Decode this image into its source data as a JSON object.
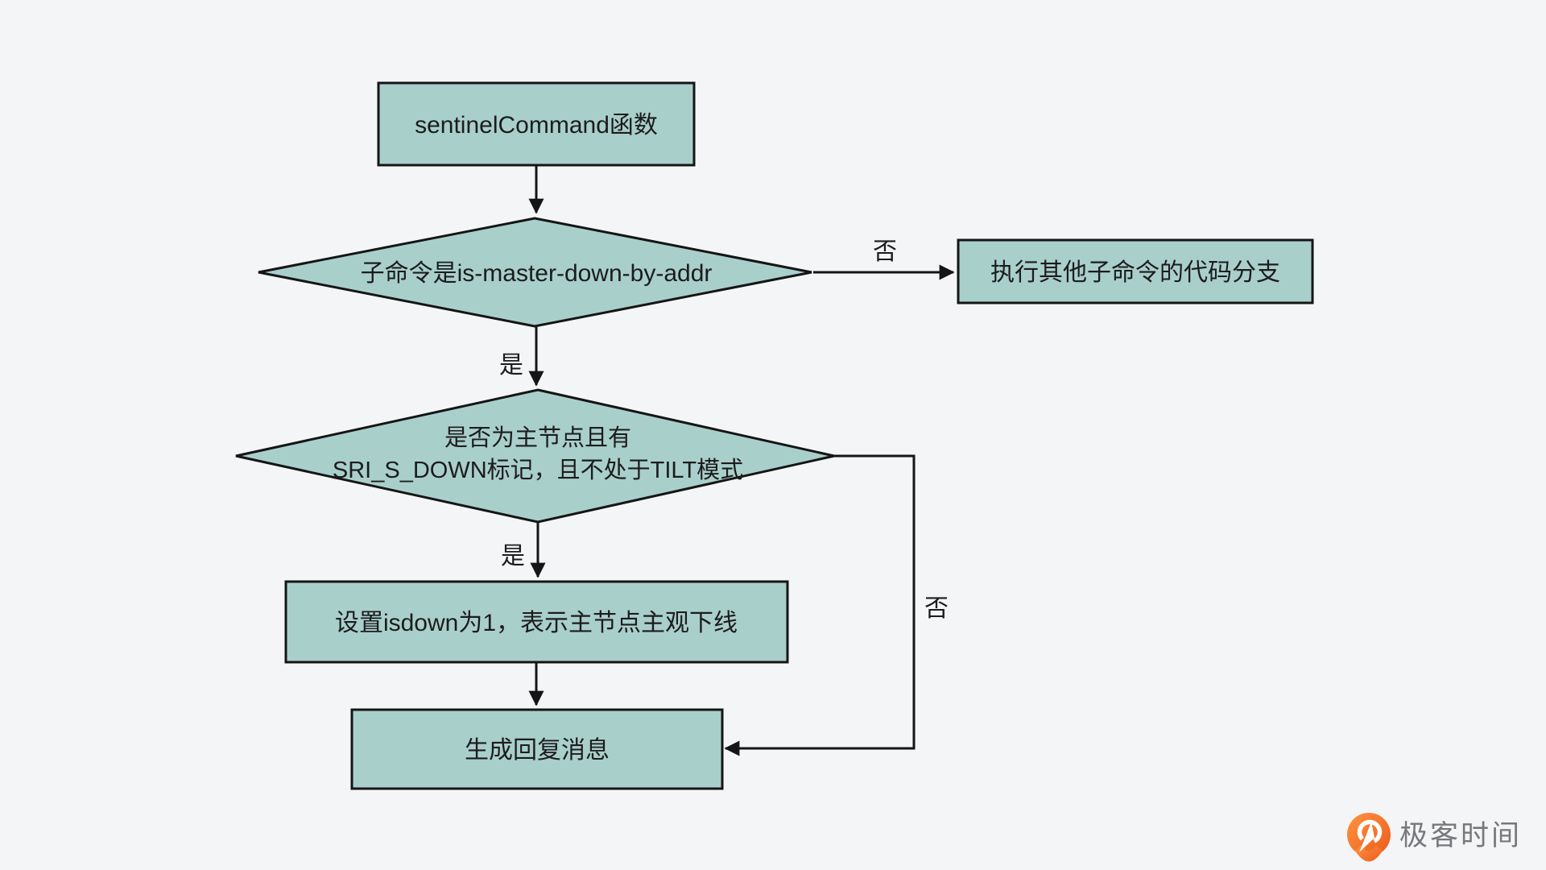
{
  "colors": {
    "background": "#f4f5f7",
    "node_fill": "#a9cfcb",
    "line": "#151515",
    "text": "#1c1c1c",
    "logo_orange": "#f4742c",
    "logo_text_gray": "#77787b"
  },
  "flowchart": {
    "start": "sentinelCommand函数",
    "decision1": "子命令是is-master-down-by-addr",
    "branch_other": "执行其他子命令的代码分支",
    "decision2_line1": "是否为主节点且有",
    "decision2_line2": "SRI_S_DOWN标记，且不处于TILT模式",
    "action_set_down": "设置isdown为1，表示主节点主观下线",
    "action_reply": "生成回复消息",
    "label_no1": "否",
    "label_yes1": "是",
    "label_yes2": "是",
    "label_no2": "否"
  },
  "branding": {
    "logo_text": "极客时间"
  }
}
